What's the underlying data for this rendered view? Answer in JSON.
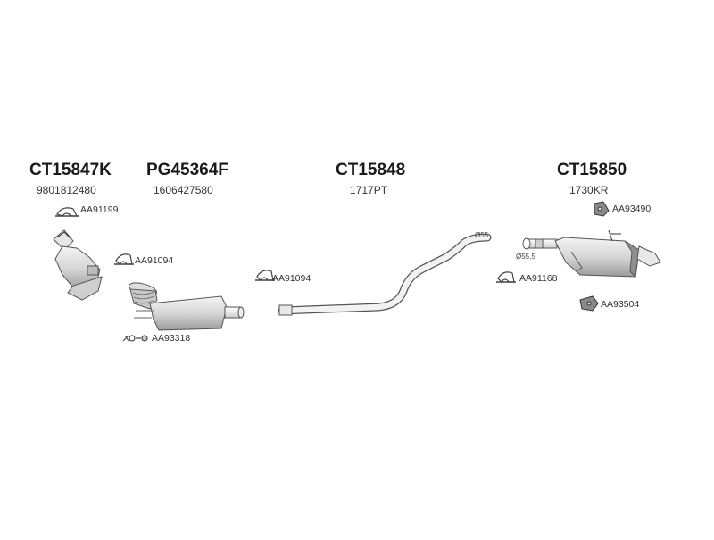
{
  "groups": [
    {
      "part_number": "CT15847K",
      "oe_number": "9801812480"
    },
    {
      "part_number": "PG45364F",
      "oe_number": "1606427580"
    },
    {
      "part_number": "CT15848",
      "oe_number": "1717PT"
    },
    {
      "part_number": "CT15850",
      "oe_number": "1730KR"
    }
  ],
  "accessories": {
    "clamp_1": "AA91199",
    "clamp_2": "AA91094",
    "clamp_3": "AA91094",
    "bolt_kit": "AA93318",
    "clamp_4": "AA91168",
    "rubber_mount_1": "AA93490",
    "rubber_mount_2": "AA93504"
  },
  "dimensions": {
    "pipe_diameter": "Ø55",
    "outlet_diameter": "Ø55,5"
  },
  "colors": {
    "line": "#555555",
    "fill_light": "#eeeeee",
    "fill_mid": "#d2d2d2",
    "fill_dark": "#8a8a8a"
  }
}
